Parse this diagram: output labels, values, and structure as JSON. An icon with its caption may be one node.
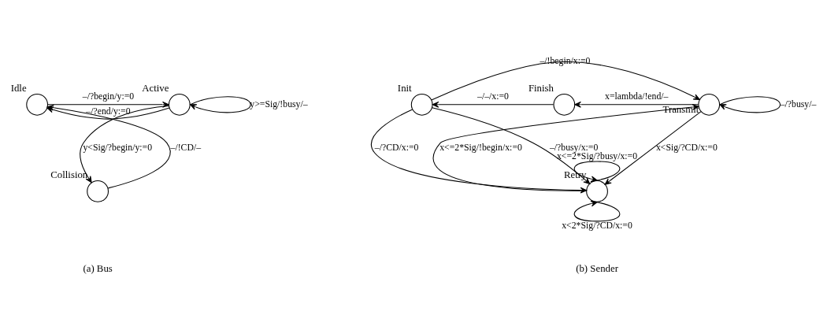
{
  "diagram": {
    "nodes": [
      {
        "text": [
          "Idle"
        ]
      },
      {
        "text": [
          "Active"
        ]
      },
      {
        "text": [
          "Collision"
        ]
      },
      {
        "text": [
          "Init"
        ]
      },
      {
        "text": [
          "Transmit"
        ]
      },
      {
        "text": [
          "Finish"
        ]
      },
      {
        "text": [
          "Retry"
        ]
      }
    ],
    "edges": [
      {
        "from": 0,
        "to": 1,
        "arrow": "to",
        "label": "–/?begin/y:=0"
      },
      {
        "from": 1,
        "to": 0,
        "arrow": "to",
        "label": "–/?end/y:=0"
      },
      {
        "from": 1,
        "to": 1,
        "arrow": "to",
        "label": "y>=Sig/!busy/–"
      },
      {
        "from": 1,
        "to": 2,
        "arrow": "to",
        "label": "y<Sig/?begin/y:=0"
      },
      {
        "from": 2,
        "to": 0,
        "arrow": "to",
        "label": "–/!CD/–"
      },
      {
        "from": 3,
        "to": 4,
        "arrow": "to",
        "label": "–/!begin/x:=0"
      },
      {
        "from": 4,
        "to": 4,
        "arrow": "to",
        "label": "–/?busy/–"
      },
      {
        "from": 4,
        "to": 5,
        "arrow": "to",
        "label": "x=lambda/!end/–"
      },
      {
        "from": 5,
        "to": 3,
        "arrow": "to",
        "label": "–/–/x:=0"
      },
      {
        "from": 3,
        "to": 6,
        "arrow": "to",
        "label": "–/?busy/x:=0"
      },
      {
        "from": 3,
        "to": 6,
        "arrow": "to",
        "label": "–/?CD/x:=0"
      },
      {
        "from": 4,
        "to": 6,
        "arrow": "to",
        "label": "x<Sig/?CD/x:=0"
      },
      {
        "from": 6,
        "to": 4,
        "arrow": "to",
        "label": "x<=2*Sig/!begin/x:=0"
      },
      {
        "from": 6,
        "to": 6,
        "arrow": "to",
        "label": "x<=2*Sig/?busy/x:=0"
      },
      {
        "from": 6,
        "to": 6,
        "arrow": "to",
        "label": "x<2*Sig/?CD/x:=0"
      }
    ],
    "labels": [
      "(a) Bus",
      "(b) Sender"
    ]
  }
}
